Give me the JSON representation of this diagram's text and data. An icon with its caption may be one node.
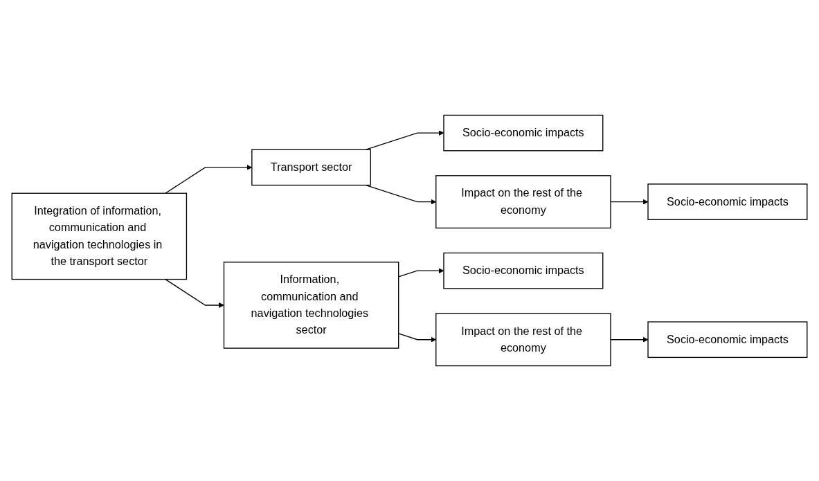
{
  "diagram": {
    "nodes": [
      {
        "text": [
          "Integration of information, communication and navigation technologies in the transport sector"
        ]
      },
      {
        "text": [
          "Transport sector"
        ]
      },
      {
        "text": [
          "Socio-economic impacts"
        ]
      },
      {
        "text": [
          "Impact on the rest of the economy"
        ]
      },
      {
        "text": [
          "Socio-economic impacts"
        ]
      },
      {
        "text": [
          "Information, communication and navigation technologies sector"
        ]
      },
      {
        "text": [
          "Socio-economic impacts"
        ]
      },
      {
        "text": [
          "Impact on the rest of the economy"
        ]
      },
      {
        "text": [
          "Socio-economic impacts"
        ]
      }
    ],
    "edges": [
      {
        "from": 0,
        "to": 1,
        "arrow": "to"
      },
      {
        "from": 0,
        "to": 5,
        "arrow": "to"
      },
      {
        "from": 1,
        "to": 2,
        "arrow": "to"
      },
      {
        "from": 1,
        "to": 3,
        "arrow": "to"
      },
      {
        "from": 3,
        "to": 4,
        "arrow": "to"
      },
      {
        "from": 5,
        "to": 6,
        "arrow": "to"
      },
      {
        "from": 5,
        "to": 7,
        "arrow": "to"
      },
      {
        "from": 7,
        "to": 8,
        "arrow": "to"
      }
    ]
  }
}
